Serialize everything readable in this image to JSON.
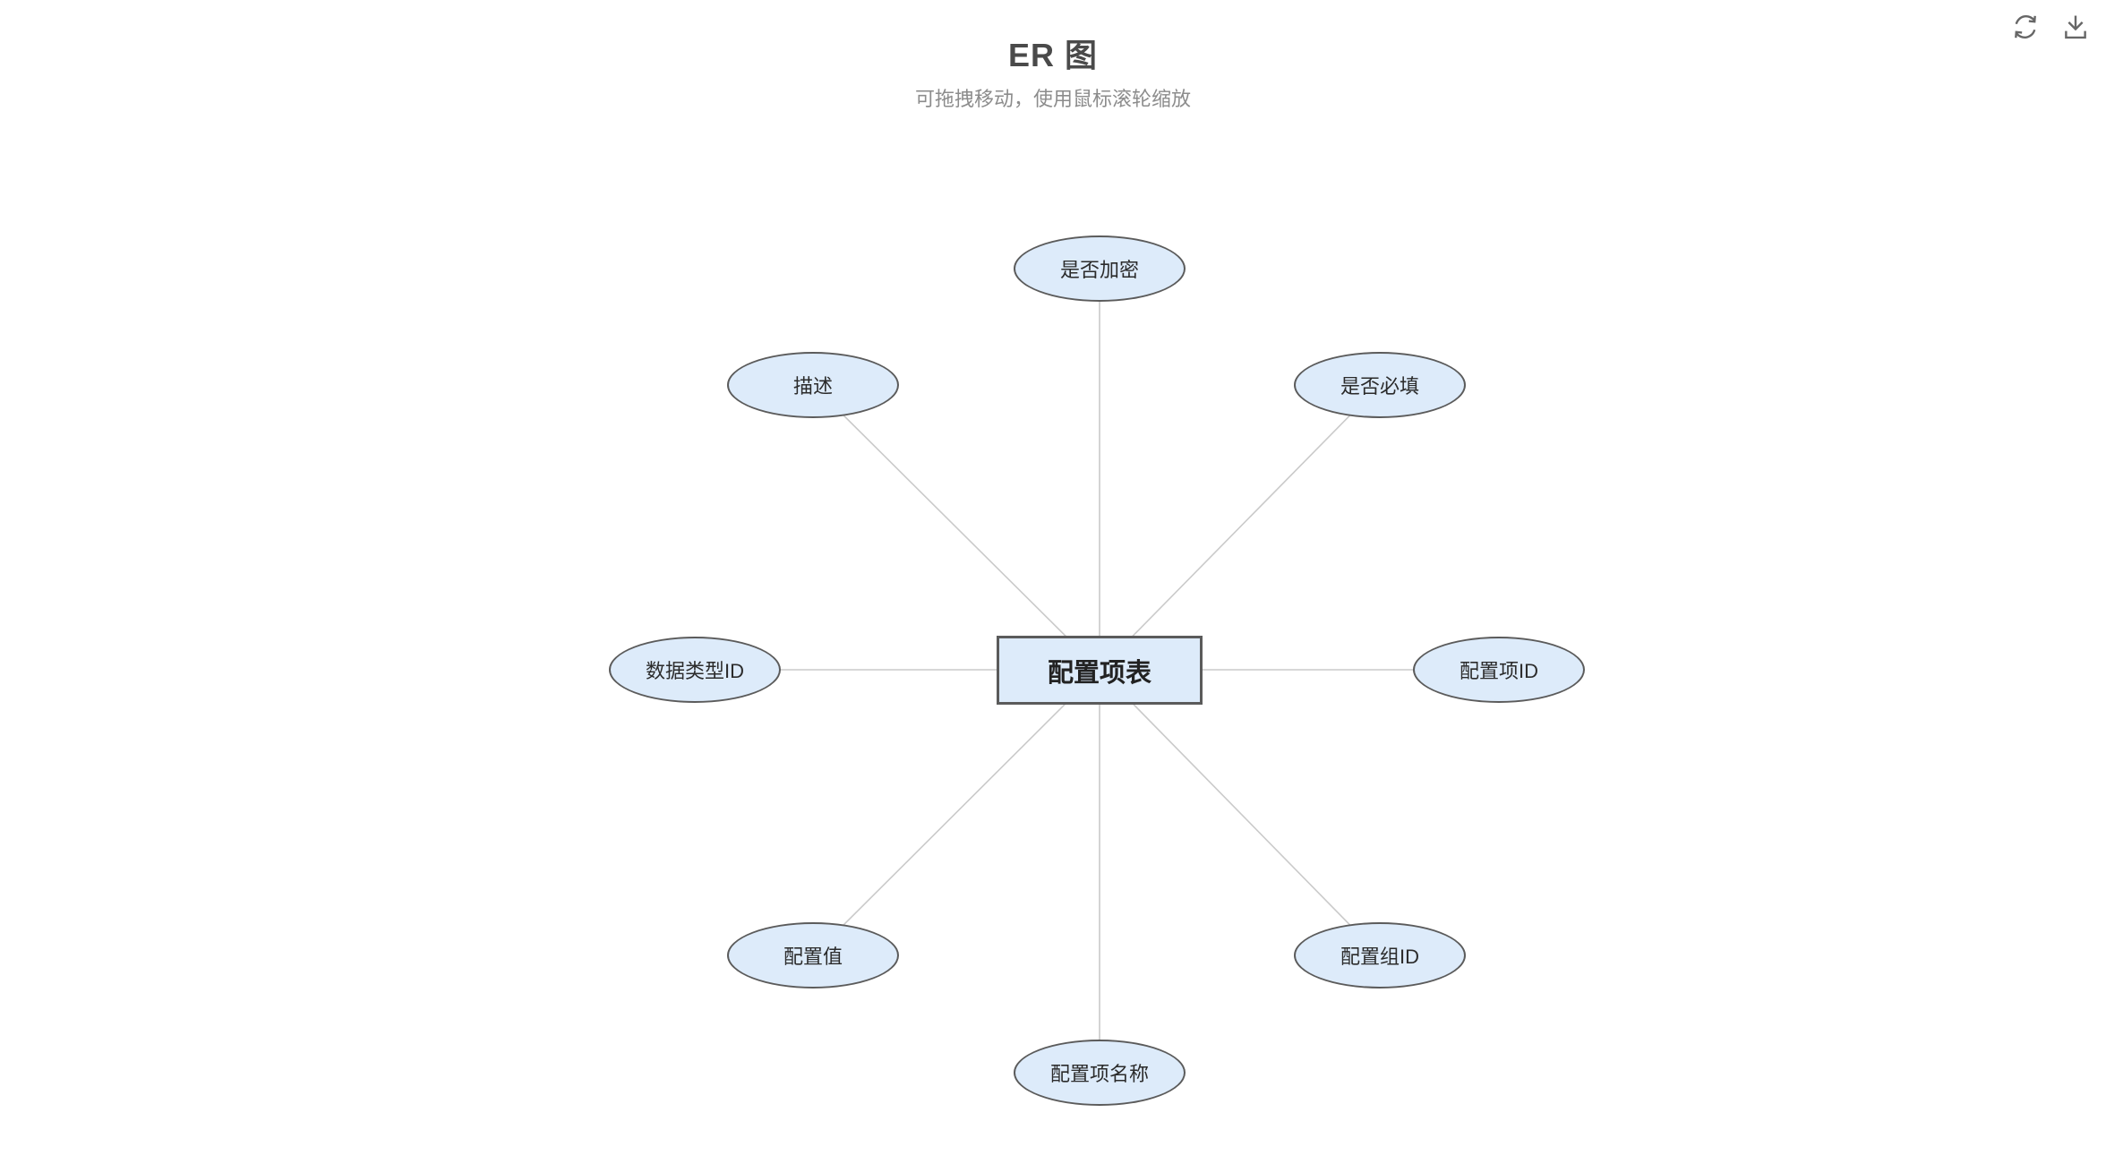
{
  "header": {
    "title": "ER 图",
    "subtitle": "可拖拽移动，使用鼠标滚轮缩放"
  },
  "toolbar": {
    "refresh_icon": "refresh",
    "download_icon": "download"
  },
  "colors": {
    "node_fill": "#ddebfa",
    "node_border": "#5b5b5b",
    "edge_line": "#cacaca",
    "title_text": "#4a4a4a",
    "subtitle_text": "#8c8c8c",
    "icon": "#666666"
  },
  "diagram": {
    "type": "er-graph",
    "entity": {
      "label": "配置项表"
    },
    "attributes": [
      {
        "label": "是否加密",
        "position": "top"
      },
      {
        "label": "描述",
        "position": "top-left"
      },
      {
        "label": "是否必填",
        "position": "top-right"
      },
      {
        "label": "数据类型ID",
        "position": "left"
      },
      {
        "label": "配置项ID",
        "position": "right"
      },
      {
        "label": "配置值",
        "position": "bottom-left"
      },
      {
        "label": "配置组ID",
        "position": "bottom-right"
      },
      {
        "label": "配置项名称",
        "position": "bottom"
      }
    ]
  }
}
